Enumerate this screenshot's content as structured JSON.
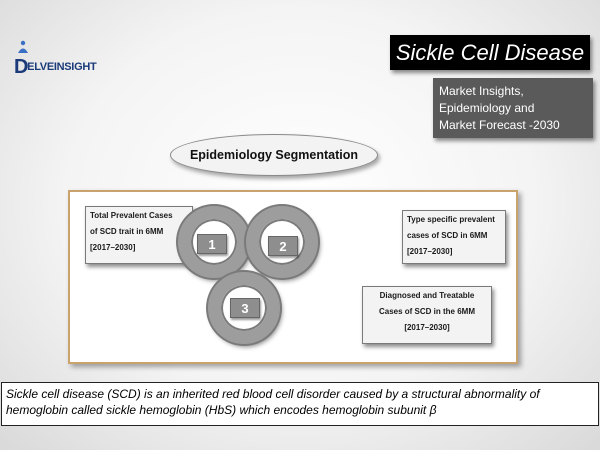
{
  "logo": {
    "first_letter": "D",
    "rest": "ELVEINSIGHT"
  },
  "title": "Sickle Cell Disease",
  "subtitle_lines": [
    "Market Insights,",
    "Epidemiology and",
    "Market Forecast -2030"
  ],
  "segmentation_title": "Epidemiology Segmentation",
  "numbers": [
    "1",
    "2",
    "3"
  ],
  "labels": {
    "total": [
      "Total Prevalent Cases",
      "of SCD trait in 6MM",
      "[2017–2030]"
    ],
    "type": [
      "Type specific prevalent",
      "cases of SCD in 6MM",
      "[2017–2030]"
    ],
    "diagnosed": [
      "Diagnosed and Treatable",
      "Cases of SCD in the 6MM",
      "[2017–2030]"
    ]
  },
  "footer_text": "Sickle cell disease (SCD) is an inherited red blood cell disorder caused by a structural abnormality of hemoglobin called sickle hemoglobin (HbS) which encodes hemoglobin subunit β"
}
